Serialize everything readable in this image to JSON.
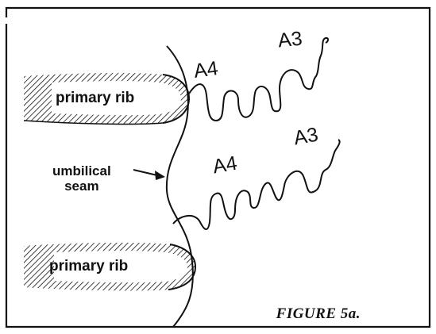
{
  "labels": {
    "primary_rib_top": "primary rib",
    "primary_rib_bottom": "primary rib",
    "umbilical_seam_line1": "umbilical",
    "umbilical_seam_line2": "seam",
    "a4_upper": "A4",
    "a3_upper": "A3",
    "a4_lower": "A4",
    "a3_lower": "A3"
  },
  "caption": "FIGURE 5a."
}
